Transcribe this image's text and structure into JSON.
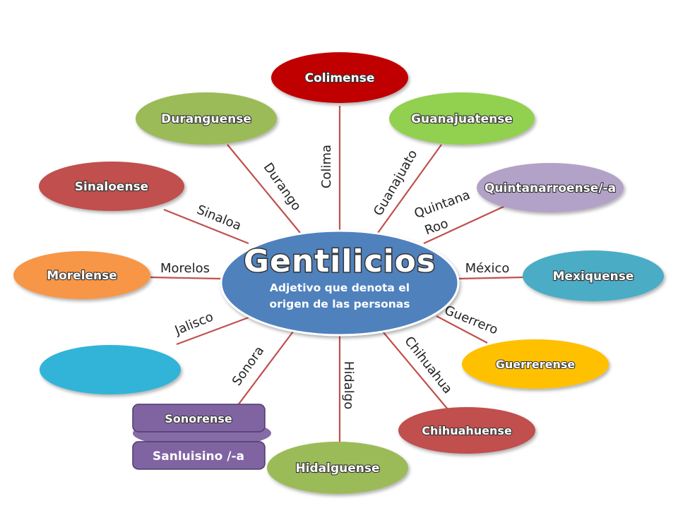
{
  "center": {
    "title": "Gentilicios",
    "subtitle_line1": "Adjetivo que denota el",
    "subtitle_line2": "origen de las personas",
    "color": "#4f81bd"
  },
  "nodes": {
    "colima": {
      "gentilicio": "Colimense",
      "estado": "Colima",
      "color": "#c00000"
    },
    "guanajuato": {
      "gentilicio": "Guanajuatense",
      "estado": "Guanajuato",
      "color": "#92d050"
    },
    "quintana_roo": {
      "gentilicio": "Quintanarroense/-a",
      "estado_line1": "Quintana",
      "estado_line2": "Roo",
      "color": "#b3a2c7"
    },
    "mexico": {
      "gentilicio": "Mexiquense",
      "estado": "México",
      "color": "#4bacc6"
    },
    "guerrero": {
      "gentilicio": "Guerrerense",
      "estado": "Guerrero",
      "color": "#ffc000"
    },
    "chihuahua": {
      "gentilicio": "Chihuahuense",
      "estado": "Chihuahua",
      "color": "#c0504d"
    },
    "hidalgo": {
      "gentilicio": "Hidalguense",
      "estado": "Hidalgo",
      "color": "#9bbb59"
    },
    "sonora": {
      "gentilicio": "Sonorense",
      "estado": "Sonora",
      "color": "#8064a2"
    },
    "san_luis": {
      "gentilicio": "Sanluisino /-a",
      "color": "#8064a2"
    },
    "jalisco": {
      "estado": "Jalisco",
      "color": "#31b4d8"
    },
    "morelos": {
      "gentilicio": "Morelense",
      "estado": "Morelos",
      "color": "#f79646"
    },
    "sinaloa": {
      "gentilicio": "Sinaloense",
      "estado": "Sinaloa",
      "color": "#c0504d"
    },
    "durango": {
      "gentilicio": "Duranguense",
      "estado": "Durango",
      "color": "#9bbb59"
    }
  }
}
